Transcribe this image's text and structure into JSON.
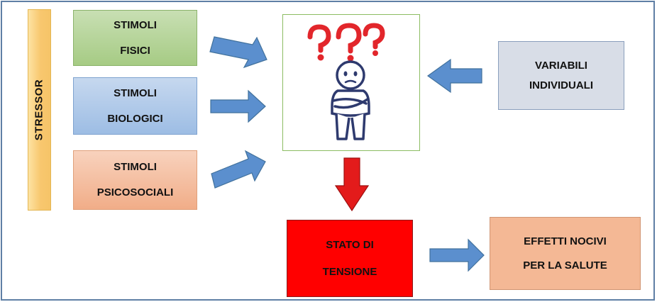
{
  "diagram": {
    "stressor": "STRESSOR",
    "stimuli": {
      "physical": [
        "STIMOLI",
        "FISICI"
      ],
      "biological": [
        "STIMOLI",
        "BIOLOGICI"
      ],
      "psychosocial": [
        "STIMOLI",
        "PSICOSOCIALI"
      ]
    },
    "individual_variables": [
      "VARIABILI",
      "INDIVIDUALI"
    ],
    "tension_state": [
      "STATO DI",
      "TENSIONE"
    ],
    "harmful_effects": [
      "EFFETTI NOCIVI",
      "PER LA SALUTE"
    ]
  },
  "colors": {
    "arrow_blue": "#5b8fce",
    "arrow_red": "#e31b1b",
    "tension_red": "#ff0000",
    "question_mark_red": "#e2262b"
  },
  "icons": {
    "center_figure": "confused-person-with-question-marks"
  }
}
